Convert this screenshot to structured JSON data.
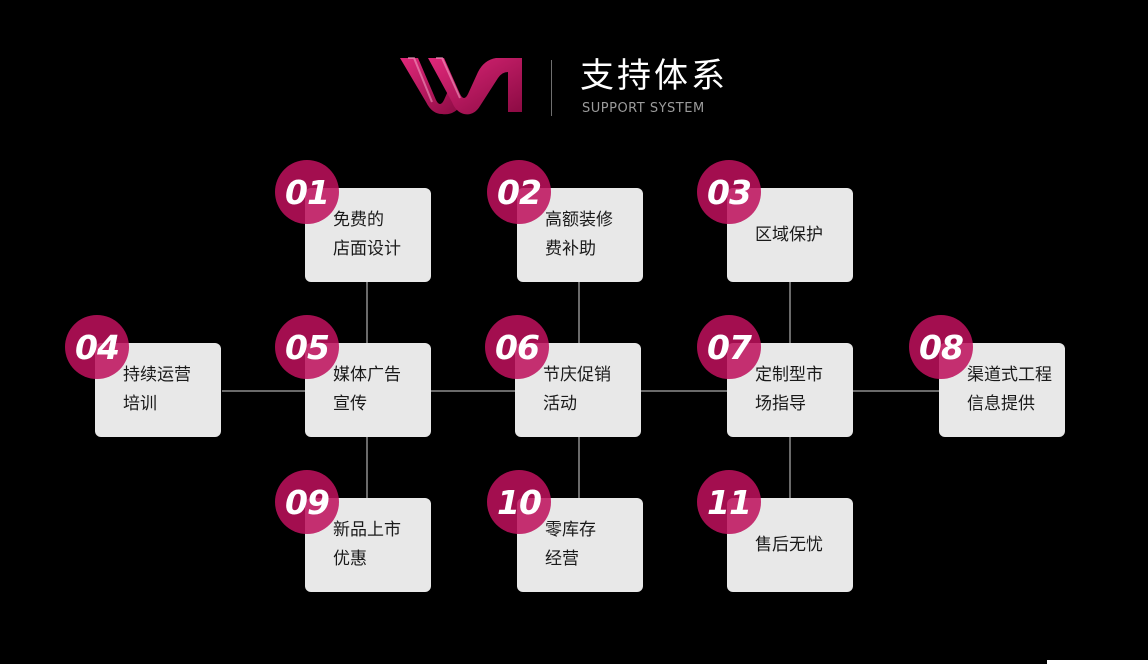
{
  "header": {
    "title": "支持体系",
    "subtitle": "SUPPORT SYSTEM",
    "brand_color": "#c0105e",
    "logo_icon": "wn-logo-icon"
  },
  "colors": {
    "background": "#000000",
    "card": "#e8e8e8",
    "card_text": "#1a1a1a",
    "badge": "#be105c",
    "connector": "#6a6a6a"
  },
  "items": [
    {
      "number": "01",
      "lines": [
        "免费的",
        "店面设计"
      ]
    },
    {
      "number": "02",
      "lines": [
        "高额装修",
        "费补助"
      ]
    },
    {
      "number": "03",
      "lines": [
        "区域保护"
      ]
    },
    {
      "number": "04",
      "lines": [
        "持续运营",
        "培训"
      ]
    },
    {
      "number": "05",
      "lines": [
        "媒体广告",
        "宣传"
      ]
    },
    {
      "number": "06",
      "lines": [
        "节庆促销",
        "活动"
      ]
    },
    {
      "number": "07",
      "lines": [
        "定制型市",
        "场指导"
      ]
    },
    {
      "number": "08",
      "lines": [
        "渠道式工程",
        "信息提供"
      ]
    },
    {
      "number": "09",
      "lines": [
        "新品上市",
        "优惠"
      ]
    },
    {
      "number": "10",
      "lines": [
        "零库存",
        "经营"
      ]
    },
    {
      "number": "11",
      "lines": [
        "售后无忧"
      ]
    }
  ]
}
